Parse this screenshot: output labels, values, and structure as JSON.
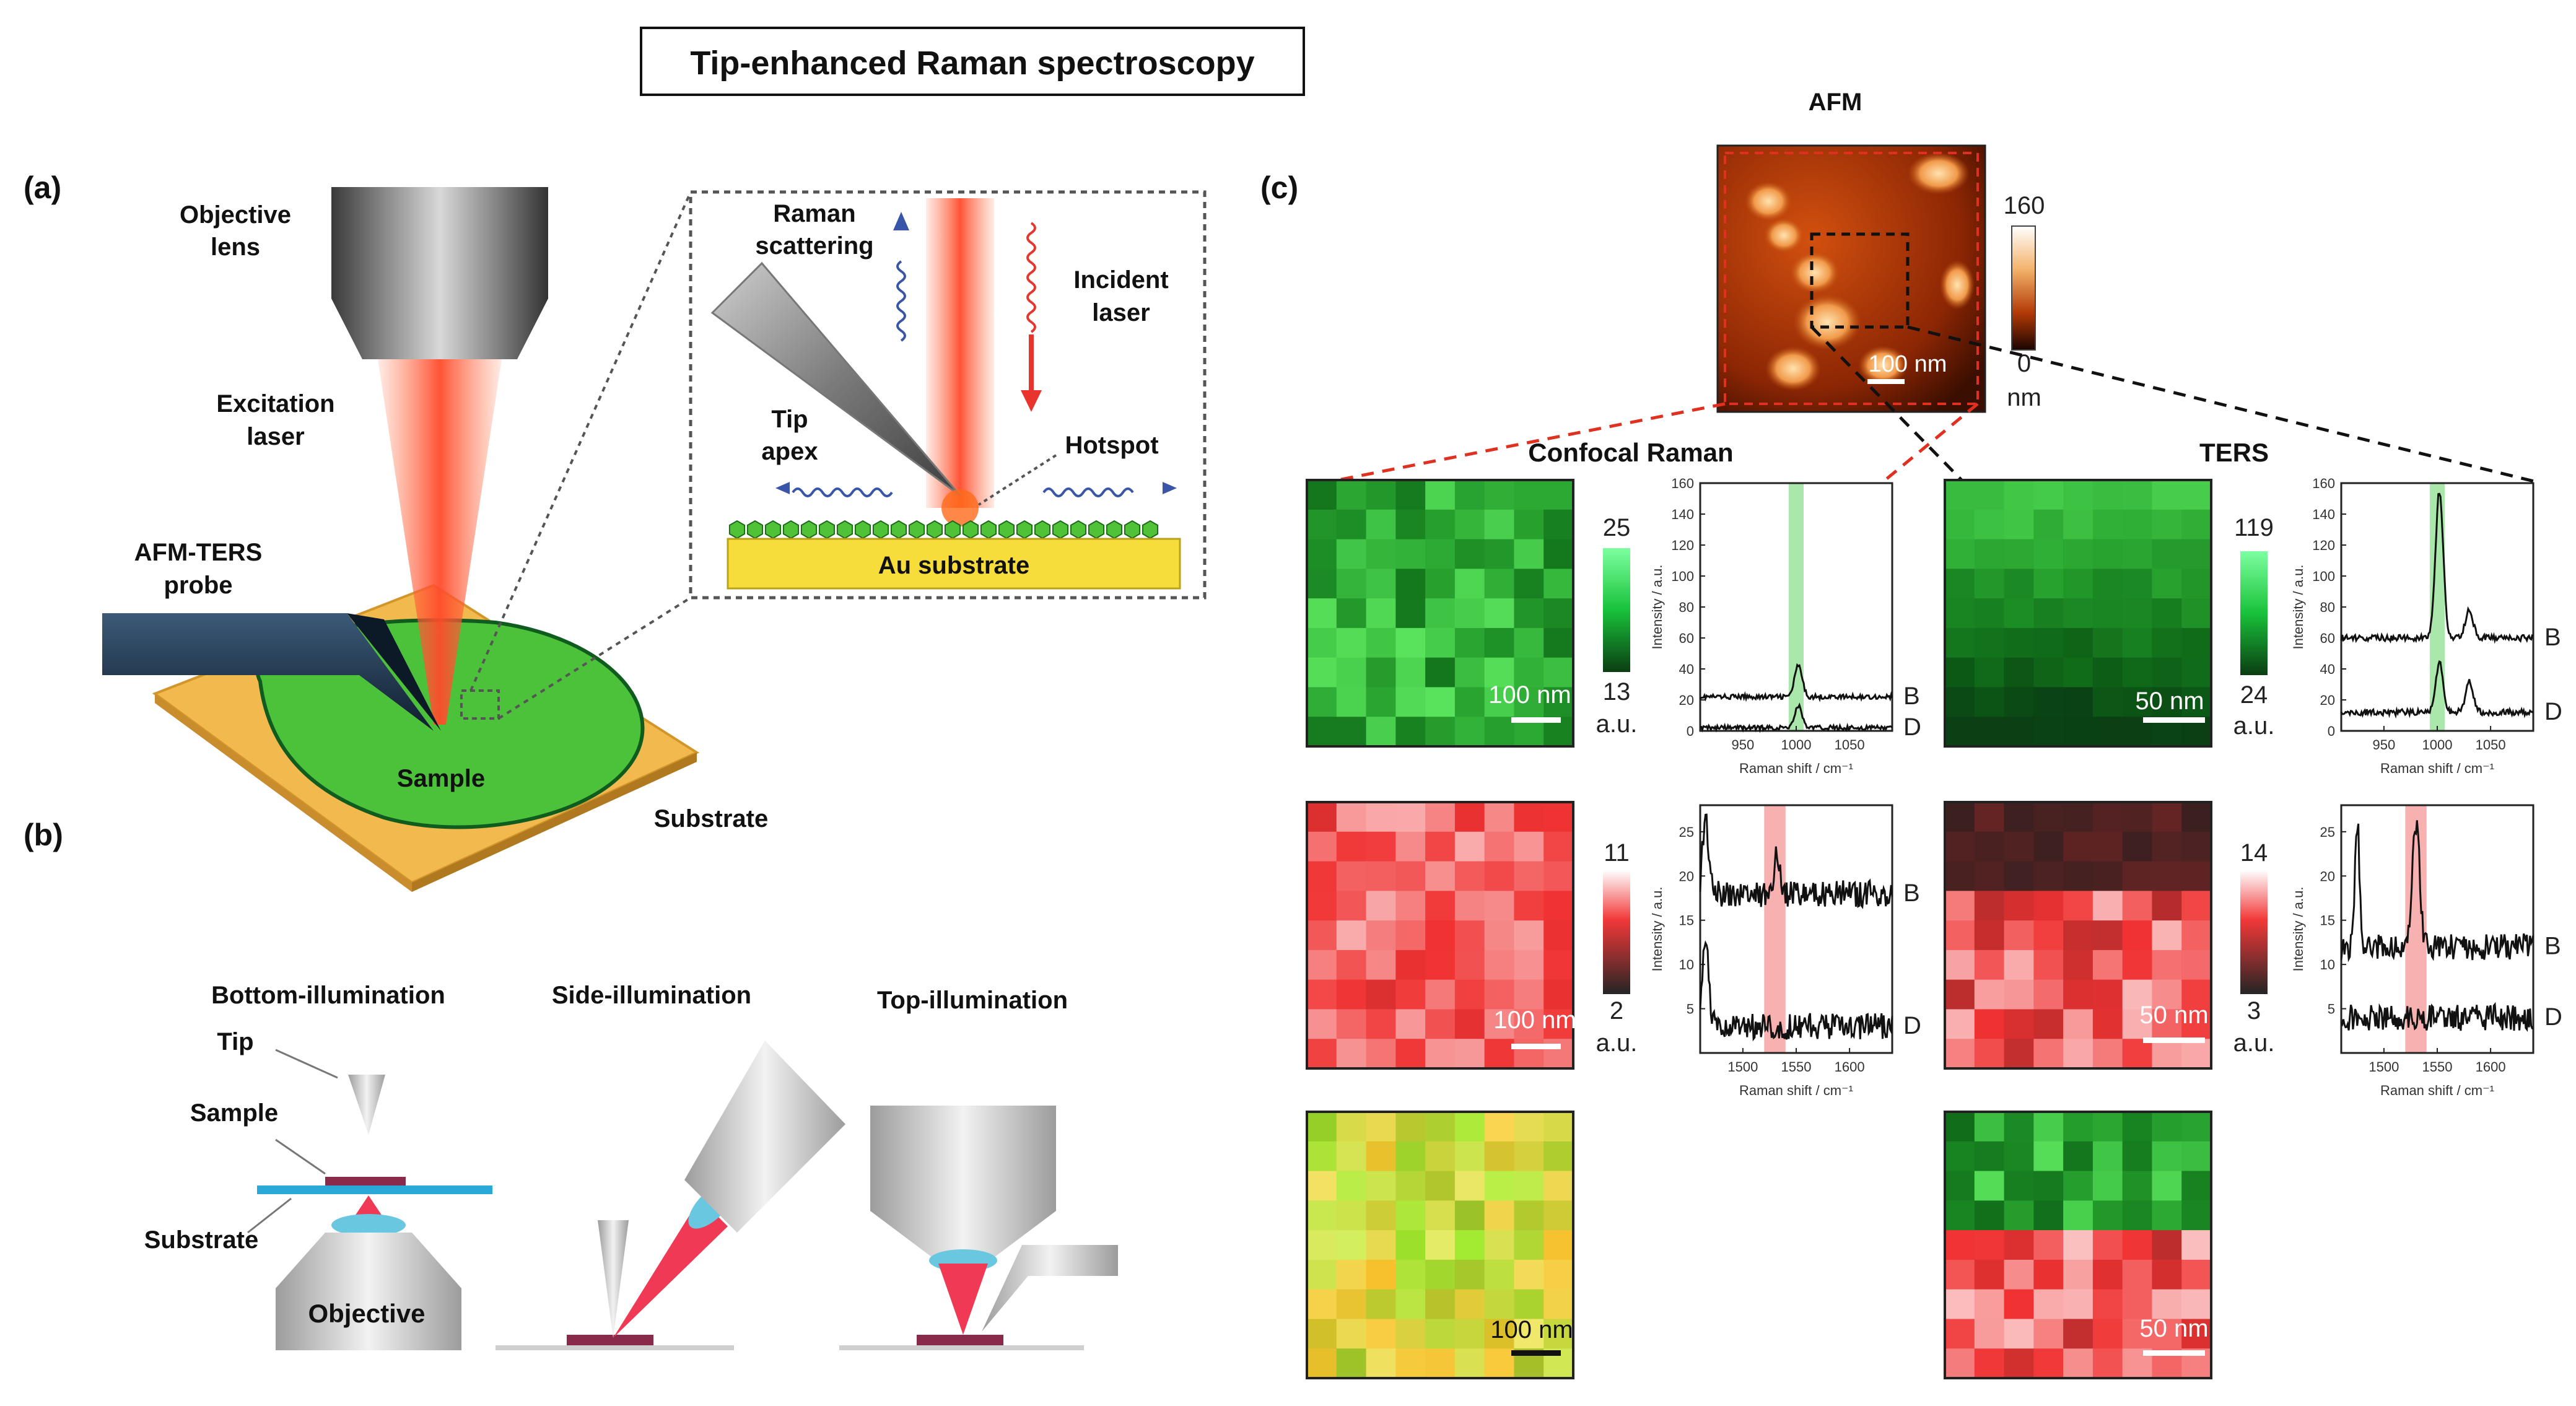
{
  "title": "Tip-enhanced Raman spectroscopy",
  "panel_a": {
    "letter": "(a)",
    "objective_lens": [
      "Objective",
      "lens"
    ],
    "excitation_laser": [
      "Excitation",
      "laser"
    ],
    "probe": [
      "AFM-TERS",
      "probe"
    ],
    "sample": "Sample",
    "substrate": "Substrate",
    "inset": {
      "raman_scattering": [
        "Raman",
        "scattering"
      ],
      "incident_laser": [
        "Incident",
        "laser"
      ],
      "tip_apex": [
        "Tip",
        "apex"
      ],
      "hotspot": "Hotspot",
      "au_substrate": "Au substrate"
    }
  },
  "panel_b": {
    "letter": "(b)",
    "modes": [
      "Bottom-illumination",
      "Side-illumination",
      "Top-illumination"
    ],
    "tip": "Tip",
    "sample": "Sample",
    "substrate": "Substrate",
    "objective": "Objective"
  },
  "panel_c": {
    "letter": "(c)",
    "afm_title": "AFM",
    "afm_scale_bar": "100 nm",
    "afm_colorbar": {
      "max": "160",
      "min": "0",
      "unit": "nm"
    },
    "confocal_title": "Confocal Raman",
    "ters_title": "TERS",
    "maps": {
      "confocal_green": {
        "scale": "100 nm",
        "cb_max": "25",
        "cb_min": "13",
        "unit": "a.u."
      },
      "ters_green": {
        "scale": "50 nm",
        "cb_max": "119",
        "cb_min": "24",
        "unit": "a.u."
      },
      "confocal_red": {
        "scale": "100 nm",
        "cb_max": "11",
        "cb_min": "2",
        "unit": "a.u."
      },
      "ters_red": {
        "scale": "50 nm",
        "cb_max": "14",
        "cb_min": "3",
        "unit": "a.u."
      },
      "confocal_overlay": {
        "scale": "100 nm"
      },
      "ters_overlay": {
        "scale": "50 nm"
      }
    },
    "spectra_axes": {
      "ylabel": "Intensity / a.u.",
      "xlabel": "Raman shift / cm⁻¹",
      "trace_labels": [
        "B",
        "D"
      ]
    },
    "colors": {
      "green_band": "#9be39b",
      "red_band": "#f7a3a3"
    }
  },
  "chart_data": [
    {
      "type": "line",
      "name": "confocal-1000",
      "x_range": [
        910,
        1090
      ],
      "xticks": [
        950,
        1000,
        1050
      ],
      "ylim": [
        0,
        160
      ],
      "yticks": [
        0,
        20,
        40,
        60,
        80,
        100,
        120,
        140,
        160
      ],
      "highlight": [
        993,
        1007
      ],
      "band_color": "green",
      "series": [
        {
          "name": "B",
          "baseline": 22,
          "noise": 1.5,
          "peaks": [
            [
              1002,
              20,
              5
            ]
          ]
        },
        {
          "name": "D",
          "baseline": 2,
          "noise": 1.5,
          "peaks": [
            [
              1002,
              14,
              5
            ]
          ]
        }
      ]
    },
    {
      "type": "line",
      "name": "ters-1000",
      "x_range": [
        910,
        1090
      ],
      "xticks": [
        950,
        1000,
        1050
      ],
      "ylim": [
        0,
        160
      ],
      "yticks": [
        0,
        20,
        40,
        60,
        80,
        100,
        120,
        140,
        160
      ],
      "highlight": [
        993,
        1007
      ],
      "band_color": "green",
      "series": [
        {
          "name": "B",
          "baseline": 60,
          "noise": 2,
          "peaks": [
            [
              1002,
              95,
              5
            ],
            [
              1030,
              18,
              5
            ]
          ]
        },
        {
          "name": "D",
          "baseline": 12,
          "noise": 2,
          "peaks": [
            [
              1002,
              32,
              5
            ],
            [
              1030,
              20,
              5
            ]
          ]
        }
      ]
    },
    {
      "type": "line",
      "name": "confocal-1545",
      "x_range": [
        1460,
        1640
      ],
      "xticks": [
        1500,
        1550,
        1600
      ],
      "ylim": [
        0,
        28
      ],
      "yticks": [
        5,
        10,
        15,
        20,
        25
      ],
      "highlight": [
        1520,
        1540
      ],
      "band_color": "red",
      "series": [
        {
          "name": "B",
          "baseline": 18,
          "noise": 1.5,
          "peaks": [
            [
              1465,
              8,
              4
            ],
            [
              1532,
              5,
              3
            ]
          ]
        },
        {
          "name": "D",
          "baseline": 3,
          "noise": 1.5,
          "peaks": [
            [
              1465,
              10,
              4
            ]
          ]
        }
      ]
    },
    {
      "type": "line",
      "name": "ters-1545",
      "x_range": [
        1460,
        1640
      ],
      "xticks": [
        1500,
        1550,
        1600
      ],
      "ylim": [
        0,
        28
      ],
      "yticks": [
        5,
        10,
        15,
        20,
        25
      ],
      "highlight": [
        1520,
        1540
      ],
      "band_color": "red",
      "series": [
        {
          "name": "B",
          "baseline": 12,
          "noise": 1.5,
          "peaks": [
            [
              1475,
              14,
              3
            ],
            [
              1530,
              14,
              5
            ]
          ]
        },
        {
          "name": "D",
          "baseline": 4,
          "noise": 1.5,
          "peaks": []
        }
      ]
    }
  ]
}
